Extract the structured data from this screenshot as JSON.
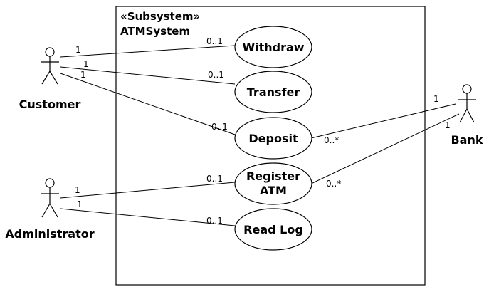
{
  "subsystem": {
    "stereotype": "«Subsystem»",
    "name": "ATMSystem"
  },
  "actors": {
    "customer": "Customer",
    "administrator": "Administrator",
    "bank": "Bank"
  },
  "use_cases": {
    "withdraw": "Withdraw",
    "transfer": "Transfer",
    "deposit": "Deposit",
    "register_line1": "Register",
    "register_line2": "ATM",
    "read_log": "Read Log"
  },
  "multiplicities": {
    "customer_withdraw_actor": "1",
    "customer_withdraw_usecase": "0..1",
    "customer_transfer_actor": "1",
    "customer_transfer_usecase": "0..1",
    "customer_deposit_actor": "1",
    "customer_deposit_usecase": "0..1",
    "admin_register_actor": "1",
    "admin_register_usecase": "0..1",
    "admin_readlog_actor": "1",
    "admin_readlog_usecase": "0..1",
    "bank_deposit_actor": "1",
    "bank_deposit_usecase": "0..*",
    "bank_register_actor": "1",
    "bank_register_usecase": "0..*"
  }
}
